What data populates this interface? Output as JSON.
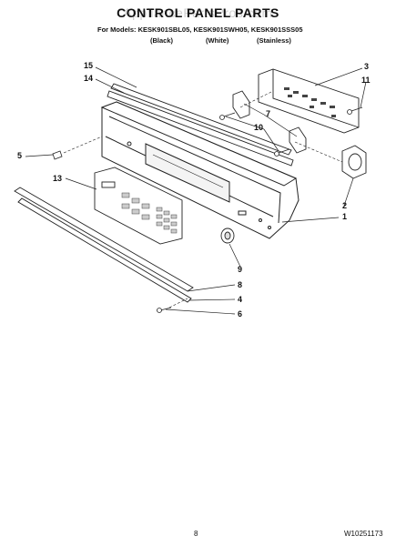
{
  "watermark": "AppliancePartsPros.com",
  "title": "CONTROL PANEL PARTS",
  "models_line": "For Models: KESK901SBL05, KESK901SWH05, KESK901SSS05",
  "variants": [
    "(Black)",
    "(White)",
    "(Stainless)"
  ],
  "callouts": [
    "15",
    "14",
    "3",
    "11",
    "7",
    "10",
    "5",
    "13",
    "2",
    "1",
    "9",
    "8",
    "4",
    "6"
  ],
  "page_number": "8",
  "document_number": "W10251173"
}
